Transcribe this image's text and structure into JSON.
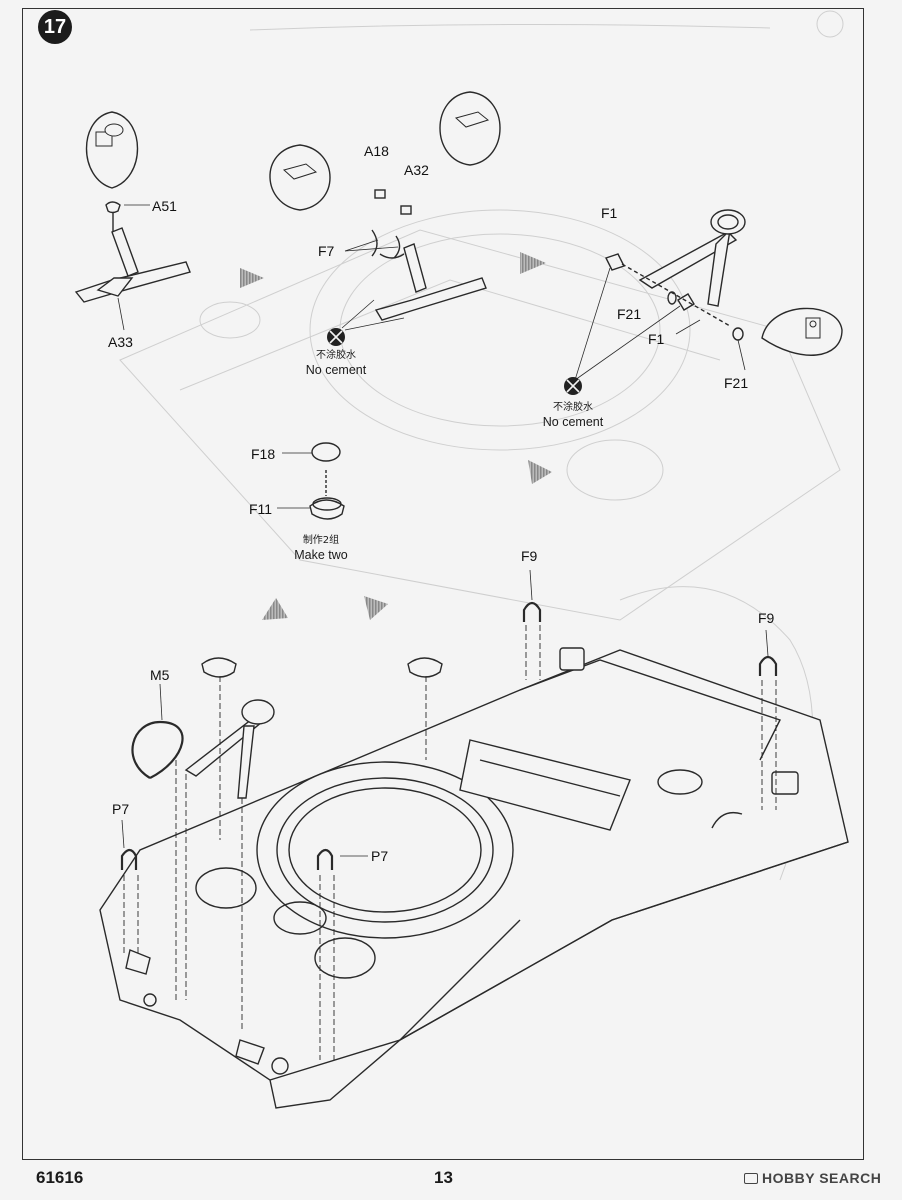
{
  "step": {
    "number": "17"
  },
  "labels": {
    "A51": "A51",
    "A33": "A33",
    "A18": "A18",
    "A32": "A32",
    "F7": "F7",
    "F1_top": "F1",
    "F21_mid": "F21",
    "F1_mid": "F1",
    "F21_bottom": "F21",
    "F18": "F18",
    "F11": "F11",
    "M5": "M5",
    "F9_left": "F9",
    "F9_right": "F9",
    "P7_left": "P7",
    "P7_right": "P7"
  },
  "notes": {
    "no_cement_1": {
      "cn": "不涂胶水",
      "en": "No cement"
    },
    "no_cement_2": {
      "cn": "不涂胶水",
      "en": "No cement"
    },
    "make_two": {
      "cn": "制作2组",
      "en": "Make two"
    }
  },
  "footer": {
    "kit_number": "61616",
    "page_number": "13"
  },
  "watermark": {
    "text": "HOBBY SEARCH"
  },
  "icons": [
    "step-badge",
    "no-cement-icon",
    "callout-bubble-icon",
    "arrow-right-icon",
    "arrow-down-icon"
  ],
  "colors": {
    "line": "#2a2a2a",
    "paper": "#f4f4f4",
    "ghost": "#c9c9c9",
    "badge": "#1c1c1c"
  }
}
